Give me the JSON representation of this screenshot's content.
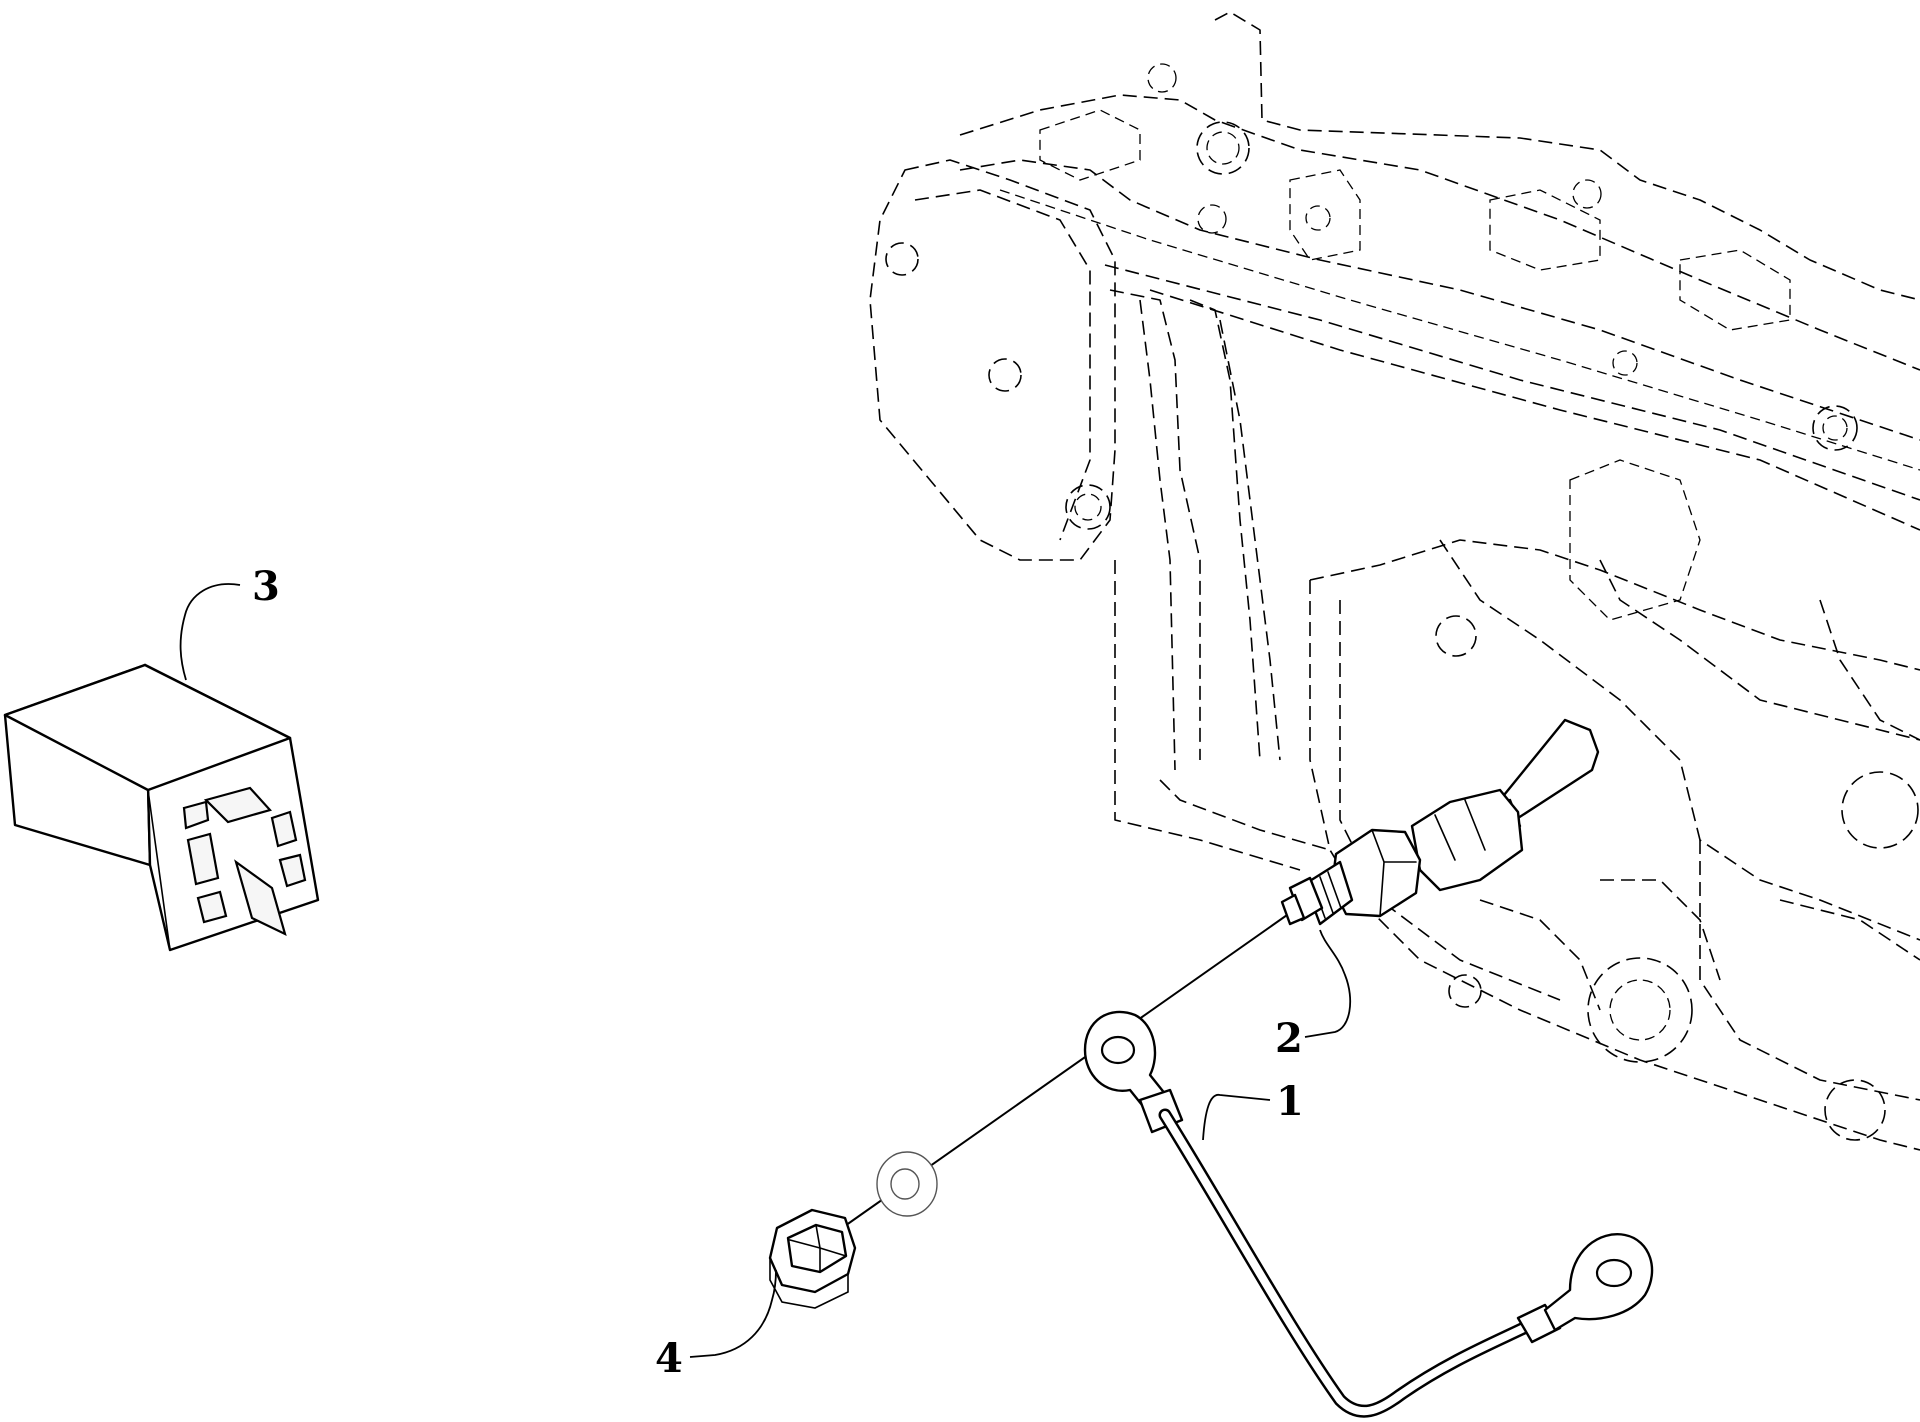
{
  "callouts": {
    "part_1": "1",
    "part_2": "2",
    "part_3": "3",
    "part_4": "4"
  },
  "colors": {
    "line": "#000000",
    "background": "#ffffff"
  }
}
